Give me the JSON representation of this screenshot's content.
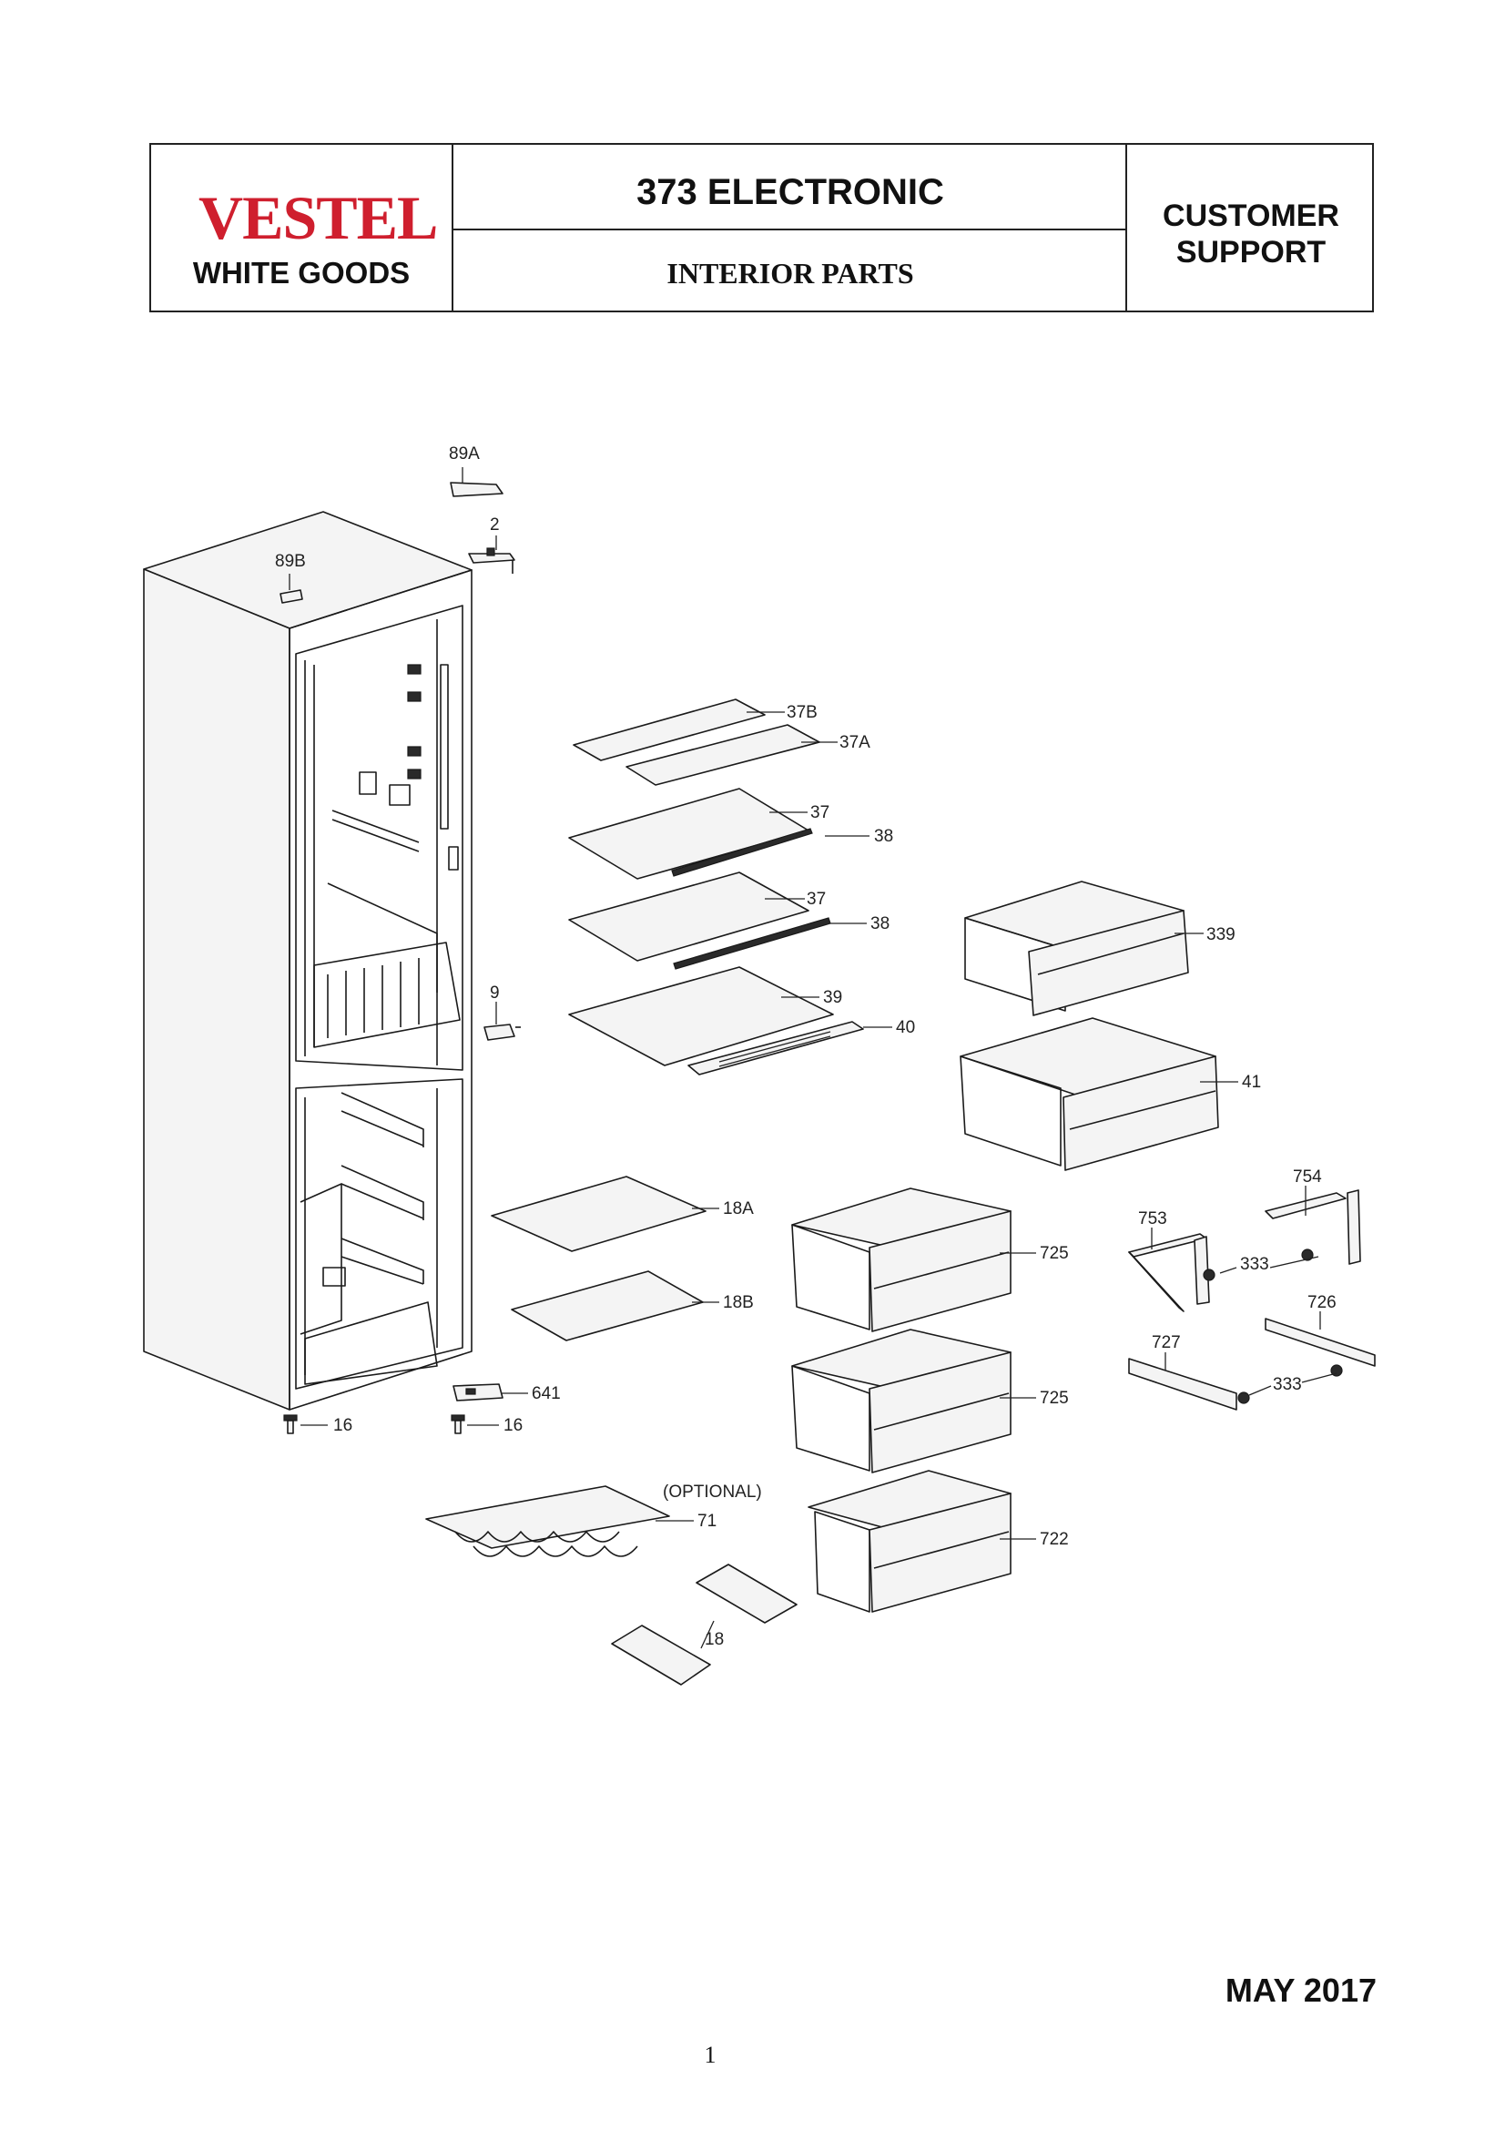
{
  "header": {
    "brand": "VESTEL",
    "brand_sub": "WHITE GOODS",
    "model": "373  ELECTRONIC",
    "section": "INTERIOR PARTS",
    "support_line1": "CUSTOMER",
    "support_line2": "SUPPORT"
  },
  "colors": {
    "brand_red": "#cf1f2e",
    "line": "#222222"
  },
  "parts": {
    "p89A": "89A",
    "p2": "2",
    "p89B": "89B",
    "p37B": "37B",
    "p37A": "37A",
    "p37_upper": "37",
    "p38_upper": "38",
    "p37_lower": "37",
    "p38_lower": "38",
    "p339": "339",
    "p9": "9",
    "p39": "39",
    "p40": "40",
    "p41": "41",
    "p754": "754",
    "p753": "753",
    "p333_upper": "333",
    "p726": "726",
    "p727": "727",
    "p333_lower": "333",
    "p18A": "18A",
    "p725_upper": "725",
    "p18B": "18B",
    "p641": "641",
    "p725_lower": "725",
    "p16_left": "16",
    "p16_right": "16",
    "optional": "(OPTIONAL)",
    "p71": "71",
    "p722": "722",
    "p18": "18"
  },
  "footer": {
    "date": "MAY 2017",
    "page": "1"
  }
}
